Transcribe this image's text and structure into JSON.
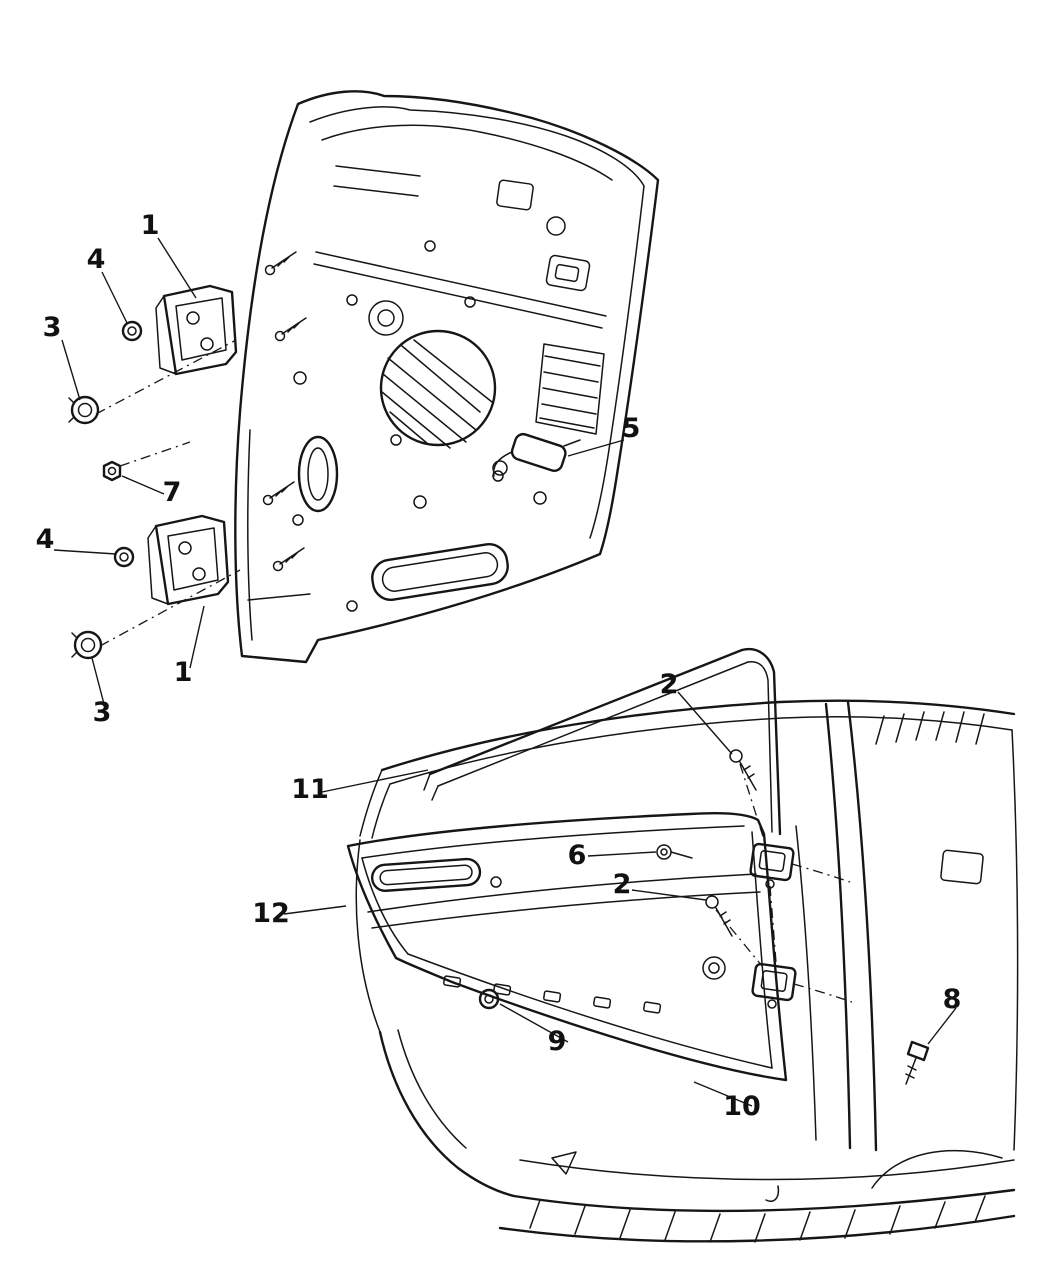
{
  "callouts": {
    "c1_upper_hinge": "1",
    "c4_upper_grommet": "4",
    "c3_upper_plug": "3",
    "c7_nut": "7",
    "c4_lower_grommet": "4",
    "c1_lower_hinge": "1",
    "c3_lower_plug": "3",
    "c5_door_check": "5",
    "c2_upper_screw": "2",
    "c6_bolt": "6",
    "c2_lower_screw": "2",
    "c11_window_frame": "11",
    "c12_door_panel": "12",
    "c9_clip": "9",
    "c10_door_assembly": "10",
    "c8_screw": "8"
  },
  "colors": {
    "line": "#161616",
    "background": "#ffffff"
  }
}
